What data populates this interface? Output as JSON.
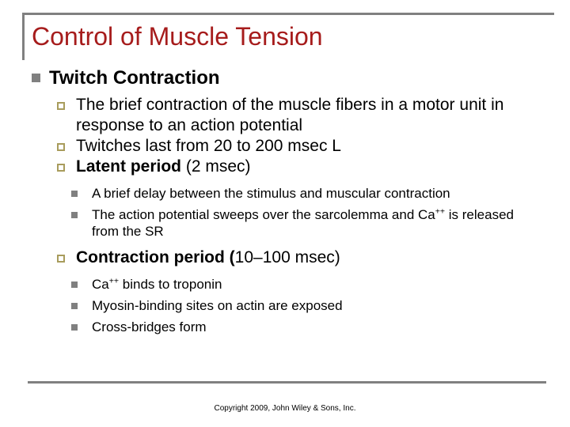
{
  "slide": {
    "title": "Control of Muscle Tension",
    "title_color": "#A61C1C",
    "rule_color": "#808080",
    "level1_bullet_color": "#808080",
    "level2_bullet_color": "#A89C5C",
    "level3_bullet_color": "#808080",
    "heading": "Twitch Contraction",
    "bullets": [
      {
        "level": 2,
        "text": "The brief contraction of the muscle fibers in a motor unit in response to an action potential"
      },
      {
        "level": 2,
        "text": "Twitches last from 20 to 200 msec L"
      },
      {
        "level": 2,
        "bold_prefix": "Latent period",
        "rest": " (2 msec)"
      },
      {
        "level": 3,
        "text": "A brief delay between the stimulus and muscular contraction"
      },
      {
        "level": 3,
        "text_before_sup": "The action potential sweeps over the sarcolemma and Ca",
        "superscript": "++",
        "text_after_sup": " is released from the SR"
      },
      {
        "level": 2,
        "bold_prefix": "Contraction period (",
        "rest": "10–100 msec)"
      },
      {
        "level": 3,
        "text_before_sup": "Ca",
        "superscript": "++",
        "text_after_sup": " binds to troponin"
      },
      {
        "level": 3,
        "text": "Myosin-binding sites on actin are exposed"
      },
      {
        "level": 3,
        "text": "Cross-bridges form"
      }
    ],
    "footer": "Copyright 2009, John Wiley & Sons, Inc."
  }
}
